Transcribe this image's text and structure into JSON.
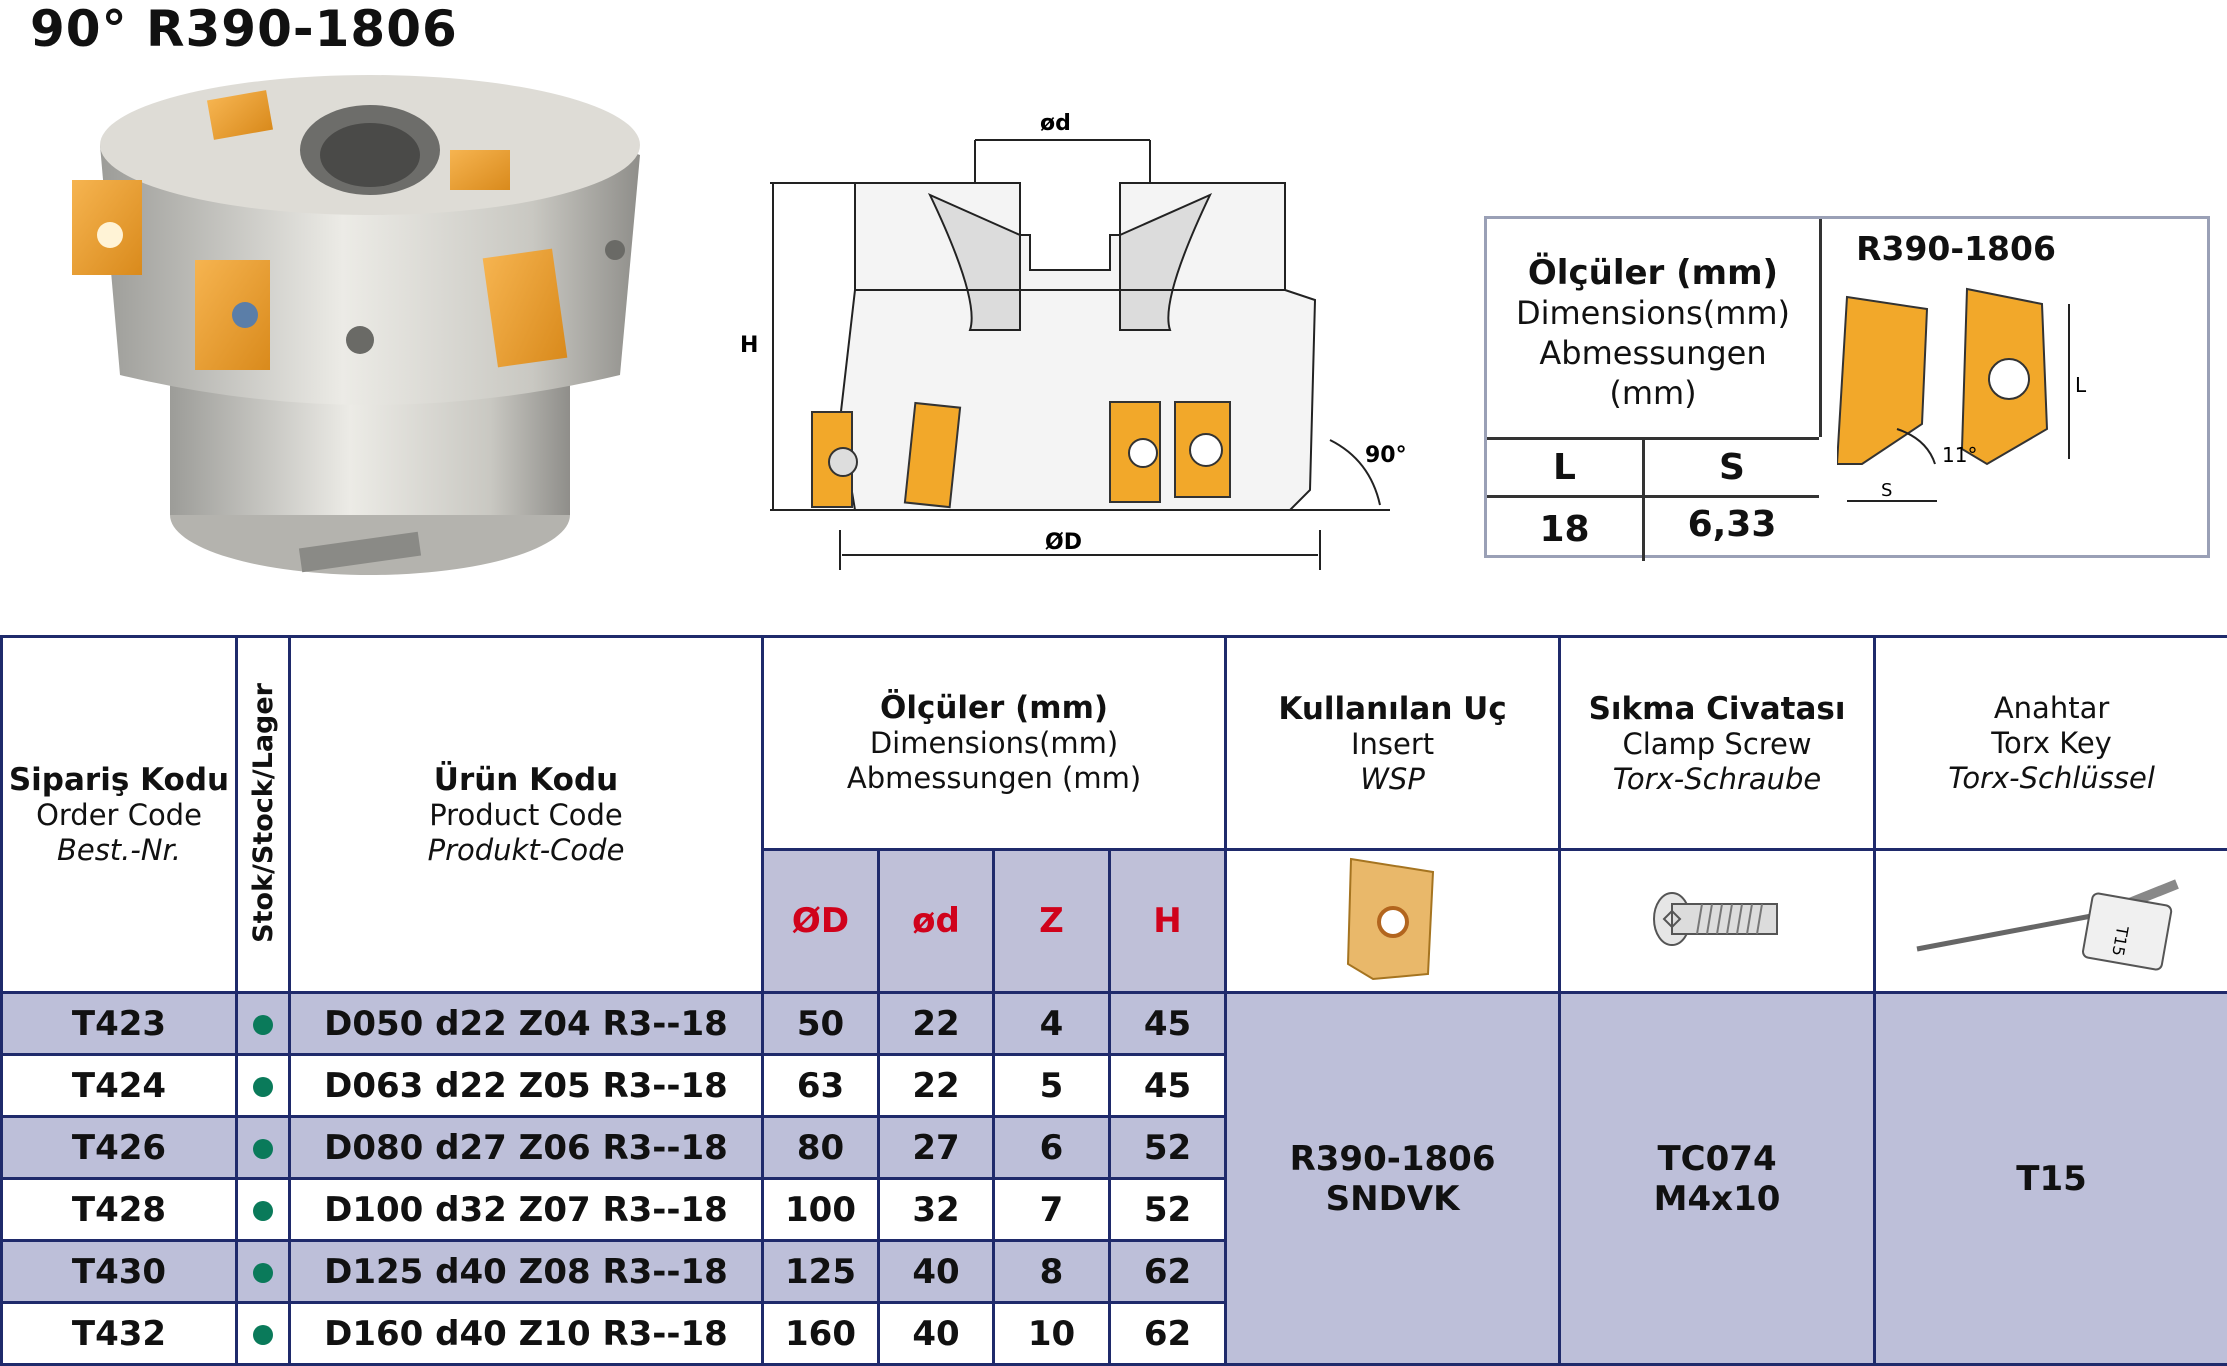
{
  "title": "90° R390-1806",
  "drawing": {
    "label_od": "ød",
    "label_H": "H",
    "label_angle": "90°",
    "label_OD": "ØD"
  },
  "dims_box": {
    "head_tr": "Ölçüler (mm)",
    "head_en": "Dimensions(mm)",
    "head_de": "Abmessungen",
    "head_unit": "(mm)",
    "col_L": "L",
    "col_S": "S",
    "val_L": "18",
    "val_S": "6,33",
    "insert_title": "R390-1806",
    "insert_L": "L",
    "insert_S": "S",
    "insert_angle": "11°"
  },
  "table": {
    "col_order": {
      "tr": "Sipariş Kodu",
      "en": "Order Code",
      "de": "Best.-Nr."
    },
    "col_stock": "Stok/Stock/Lager",
    "col_product": {
      "tr": "Ürün Kodu",
      "en": "Product Code",
      "de": "Produkt-Code"
    },
    "col_dims": {
      "tr": "Ölçüler (mm)",
      "en": "Dimensions(mm)",
      "de": "Abmessungen (mm)"
    },
    "sub_D": "ØD",
    "sub_d": "ød",
    "sub_Z": "Z",
    "sub_H": "H",
    "col_insert": {
      "tr": "Kullanılan Uç",
      "en": "Insert",
      "de": "WSP"
    },
    "col_screw": {
      "tr": "Sıkma Civatası",
      "en": "Clamp Screw",
      "de": "Torx-Schraube"
    },
    "col_key": {
      "tr": "Anahtar",
      "en": "Torx Key",
      "de": "Torx-Schlüssel"
    },
    "key_label": "T15",
    "rows": [
      {
        "order": "T423",
        "product": "D050 d22 Z04 R3--18",
        "D": "50",
        "d": "22",
        "Z": "4",
        "H": "45"
      },
      {
        "order": "T424",
        "product": "D063 d22 Z05 R3--18",
        "D": "63",
        "d": "22",
        "Z": "5",
        "H": "45"
      },
      {
        "order": "T426",
        "product": "D080 d27 Z06 R3--18",
        "D": "80",
        "d": "27",
        "Z": "6",
        "H": "52"
      },
      {
        "order": "T428",
        "product": "D100 d32 Z07 R3--18",
        "D": "100",
        "d": "32",
        "Z": "7",
        "H": "52"
      },
      {
        "order": "T430",
        "product": "D125 d40 Z08 R3--18",
        "D": "125",
        "d": "40",
        "Z": "8",
        "H": "62"
      },
      {
        "order": "T432",
        "product": "D160 d40 Z10 R3--18",
        "D": "160",
        "d": "40",
        "Z": "10",
        "H": "62"
      }
    ],
    "insert_value": {
      "line1": "R390-1806",
      "line2": "SNDVK"
    },
    "screw_value": {
      "line1": "TC074",
      "line2": "M4x10"
    },
    "key_value": "T15"
  }
}
